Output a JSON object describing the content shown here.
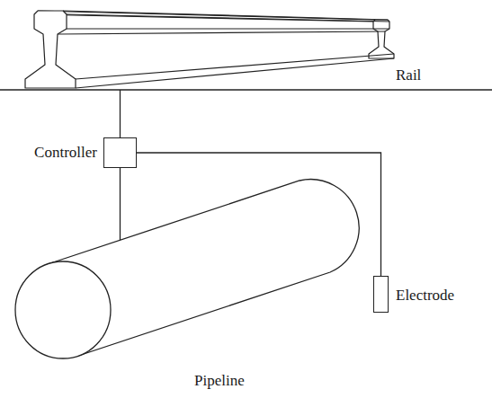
{
  "diagram": {
    "nodes": [
      {
        "text": [
          "Rail"
        ]
      },
      {
        "text": [
          "Controller"
        ]
      },
      {
        "text": [
          "Pipeline"
        ]
      },
      {
        "text": [
          "Electrode"
        ]
      }
    ],
    "edges": [
      {
        "from": 0,
        "to": 1,
        "arrow": "none"
      },
      {
        "from": 1,
        "to": 2,
        "arrow": "none"
      },
      {
        "from": 1,
        "to": 3,
        "arrow": "none"
      }
    ]
  }
}
